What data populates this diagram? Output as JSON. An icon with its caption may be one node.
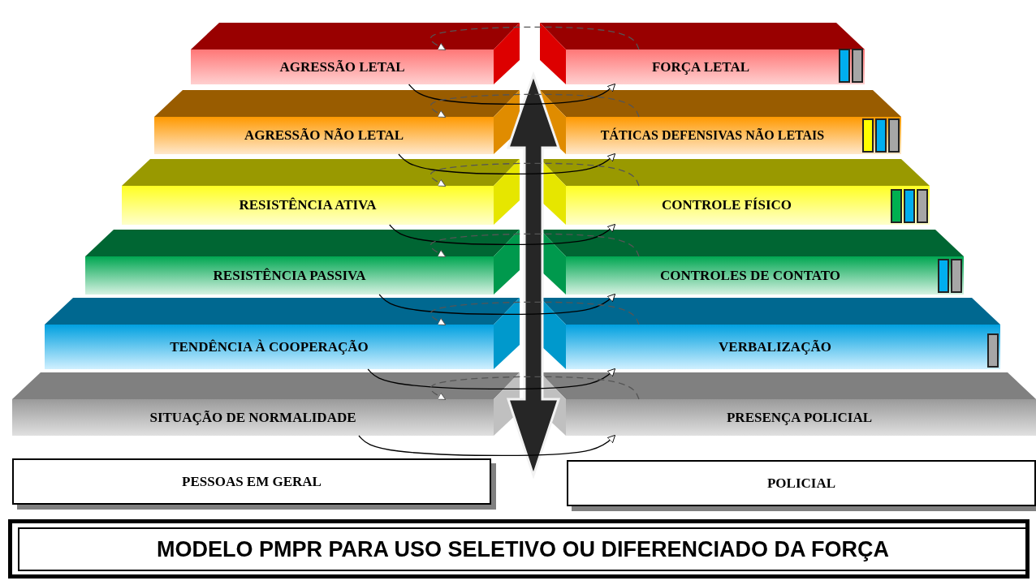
{
  "diagram": {
    "title": "MODELO PMPR PARA USO SELETIVO OU DIFERENCIADO DA FORÇA",
    "nodes": [
      {
        "text": [
          "AGRESSÃO LETAL"
        ]
      },
      {
        "text": [
          "FORÇA LETAL"
        ]
      },
      {
        "text": [
          "AGRESSÃO NÃO LETAL"
        ]
      },
      {
        "text": [
          "TÁTICAS DEFENSIVAS NÃO LETAIS"
        ]
      },
      {
        "text": [
          "RESISTÊNCIA ATIVA"
        ]
      },
      {
        "text": [
          "CONTROLE FÍSICO"
        ]
      },
      {
        "text": [
          "RESISTÊNCIA PASSIVA"
        ]
      },
      {
        "text": [
          "CONTROLES DE CONTATO"
        ]
      },
      {
        "text": [
          "TENDÊNCIA À COOPERAÇÃO"
        ]
      },
      {
        "text": [
          "VERBALIZAÇÃO"
        ]
      },
      {
        "text": [
          "SITUAÇÃO DE NORMALIDADE"
        ]
      },
      {
        "text": [
          "PRESENÇA POLICIAL"
        ]
      },
      {
        "text": [
          "PESSOAS EM GERAL"
        ]
      },
      {
        "text": [
          "POLICIAL"
        ]
      }
    ],
    "edges": [
      {
        "from": 0,
        "to": 1,
        "arrow": "to"
      },
      {
        "from": 1,
        "to": 0,
        "arrow": "to",
        "style": "dashed",
        "color": "#555555"
      },
      {
        "from": 2,
        "to": 3,
        "arrow": "to"
      },
      {
        "from": 3,
        "to": 2,
        "arrow": "to",
        "style": "dashed",
        "color": "#555555"
      },
      {
        "from": 4,
        "to": 5,
        "arrow": "to"
      },
      {
        "from": 5,
        "to": 4,
        "arrow": "to",
        "style": "dashed",
        "color": "#555555"
      },
      {
        "from": 6,
        "to": 7,
        "arrow": "to"
      },
      {
        "from": 7,
        "to": 6,
        "arrow": "to",
        "style": "dashed",
        "color": "#555555"
      },
      {
        "from": 8,
        "to": 9,
        "arrow": "to"
      },
      {
        "from": 9,
        "to": 8,
        "arrow": "to",
        "style": "dashed",
        "color": "#555555"
      },
      {
        "from": 10,
        "to": 11,
        "arrow": "to"
      },
      {
        "from": 11,
        "to": 10,
        "arrow": "to",
        "style": "dashed",
        "color": "#555555"
      }
    ]
  }
}
